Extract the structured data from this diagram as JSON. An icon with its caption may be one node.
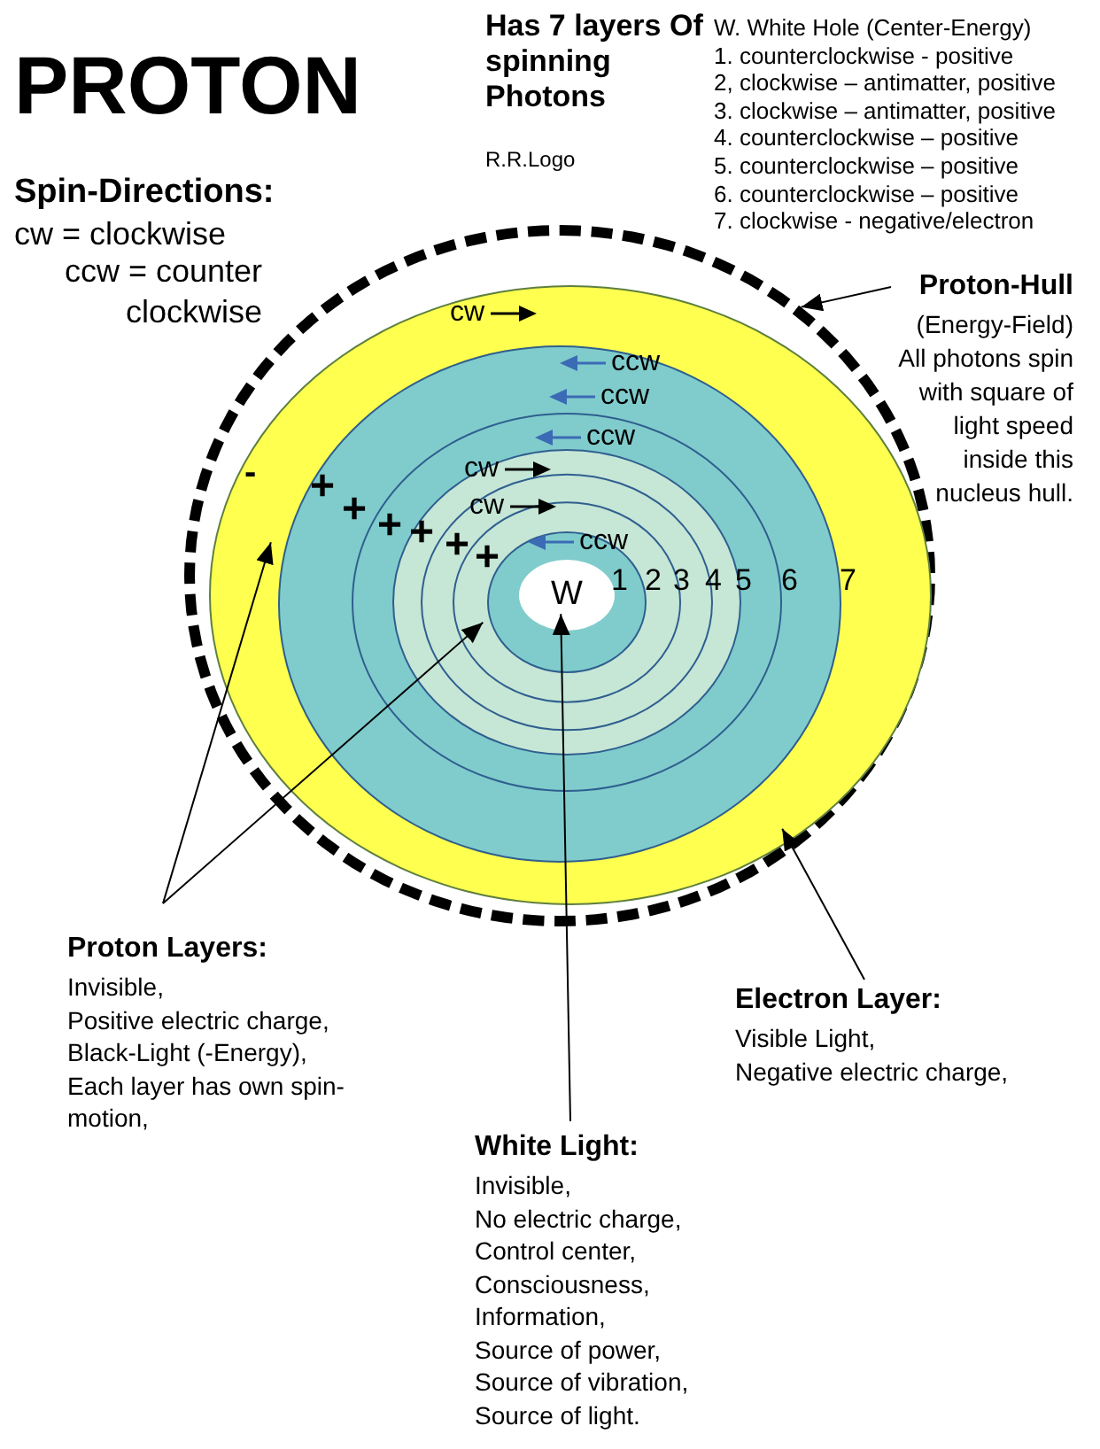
{
  "diagram": {
    "title": "PROTON",
    "nodes": [
      {
        "text": [],
        "shape": "circle"
      },
      {
        "text": [],
        "shape": "circle",
        "in": 0
      },
      {
        "text": [],
        "shape": "circle",
        "in": 1
      },
      {
        "text": [],
        "shape": "circle",
        "in": 2
      },
      {
        "text": [
          "W"
        ],
        "in": 3
      },
      {
        "text": [
          "Proton-Hull",
          "(Energy-Field)",
          "All photons spin with square of light speed inside this nucleus hull."
        ]
      },
      {
        "text": [
          "Proton Layers:",
          "Invisible,",
          "Positive electric charge,",
          "Black-Light (-Energy),",
          "Each layer has own spin-motion,"
        ]
      },
      {
        "text": [
          "White Light:",
          "Invisible,",
          "No electric charge,",
          "Control center,",
          "Consciousness,",
          "Information,",
          "Source of power,",
          "Source of vibration,",
          "Source of light."
        ]
      },
      {
        "text": [
          "Electron Layer:",
          "Visible Light,",
          "Negative electric charge,"
        ]
      }
    ],
    "edges": [
      {
        "from": 5,
        "to": 0,
        "arrow": "to"
      },
      {
        "from": 6,
        "to": 2,
        "arrow": "to"
      },
      {
        "from": 6,
        "to": 3,
        "arrow": "to"
      },
      {
        "from": 7,
        "to": 4,
        "arrow": "to"
      },
      {
        "from": 8,
        "to": 1,
        "arrow": "to"
      }
    ],
    "labels": [
      "Has 7 layers Of spinning Photons",
      "R.R.Logo",
      "W. White Hole (Center-Energy)",
      "1. counterclockwise - positive",
      "2, clockwise – antimatter, positive",
      "3. clockwise – antimatter, positive",
      "4. counterclockwise – positive",
      "5. counterclockwise – positive",
      "6. counterclockwise – positive",
      "7. clockwise - negative/electron",
      "Spin-Directions:",
      "cw = clockwise",
      "ccw = counter clockwise",
      "cw",
      "ccw",
      "ccw",
      "ccw",
      "cw",
      "cw",
      "ccw",
      "-",
      "+",
      "+",
      "+",
      "+",
      "+",
      "+",
      "1",
      "2",
      "3",
      "4",
      "5",
      "6",
      "7"
    ]
  }
}
